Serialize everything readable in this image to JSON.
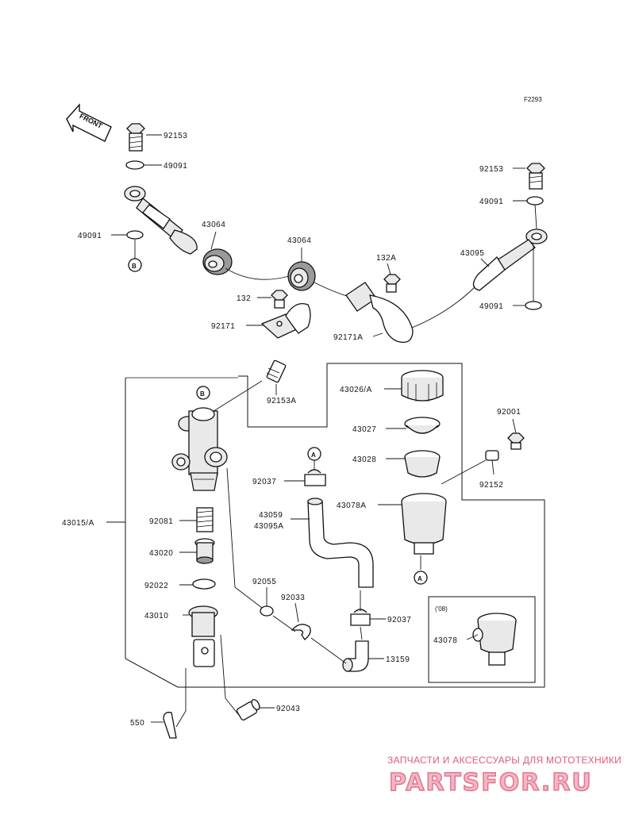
{
  "figure_code": "F2293",
  "front_marker": "FRONT",
  "variant_box_label": "('08)",
  "ref_markers": {
    "a": "A",
    "b": "B"
  },
  "watermark": {
    "line1": "ЗАПЧАСТИ И АКСЕССУАРЫ ДЛЯ МОТОТЕХНИКИ",
    "line2": "PARTSFOR.RU"
  },
  "labels": {
    "p92153_top_left": "92153",
    "p49091_top_left": "49091",
    "p49091_mid_left": "49091",
    "p43064_left": "43064",
    "p43064_right": "43064",
    "p132A": "132A",
    "p43095": "43095",
    "p92153_right": "92153",
    "p49091_right_top": "49091",
    "p49091_right_bottom": "49091",
    "p132": "132",
    "p92171": "92171",
    "p92171A": "92171A",
    "p92153A": "92153A",
    "p43026A": "43026/A",
    "p43027": "43027",
    "p43028": "43028",
    "p43078A": "43078A",
    "p92001": "92001",
    "p92152": "92152",
    "p92037_top": "92037",
    "p43059": "43059",
    "p43095A": "43095A",
    "p43015A": "43015/A",
    "p92081": "92081",
    "p43020": "43020",
    "p92022": "92022",
    "p92055": "92055",
    "p92033": "92033",
    "p43010": "43010",
    "p92037_bottom": "92037",
    "p13159": "13159",
    "p43078": "43078",
    "p550": "550",
    "p92043": "92043"
  }
}
